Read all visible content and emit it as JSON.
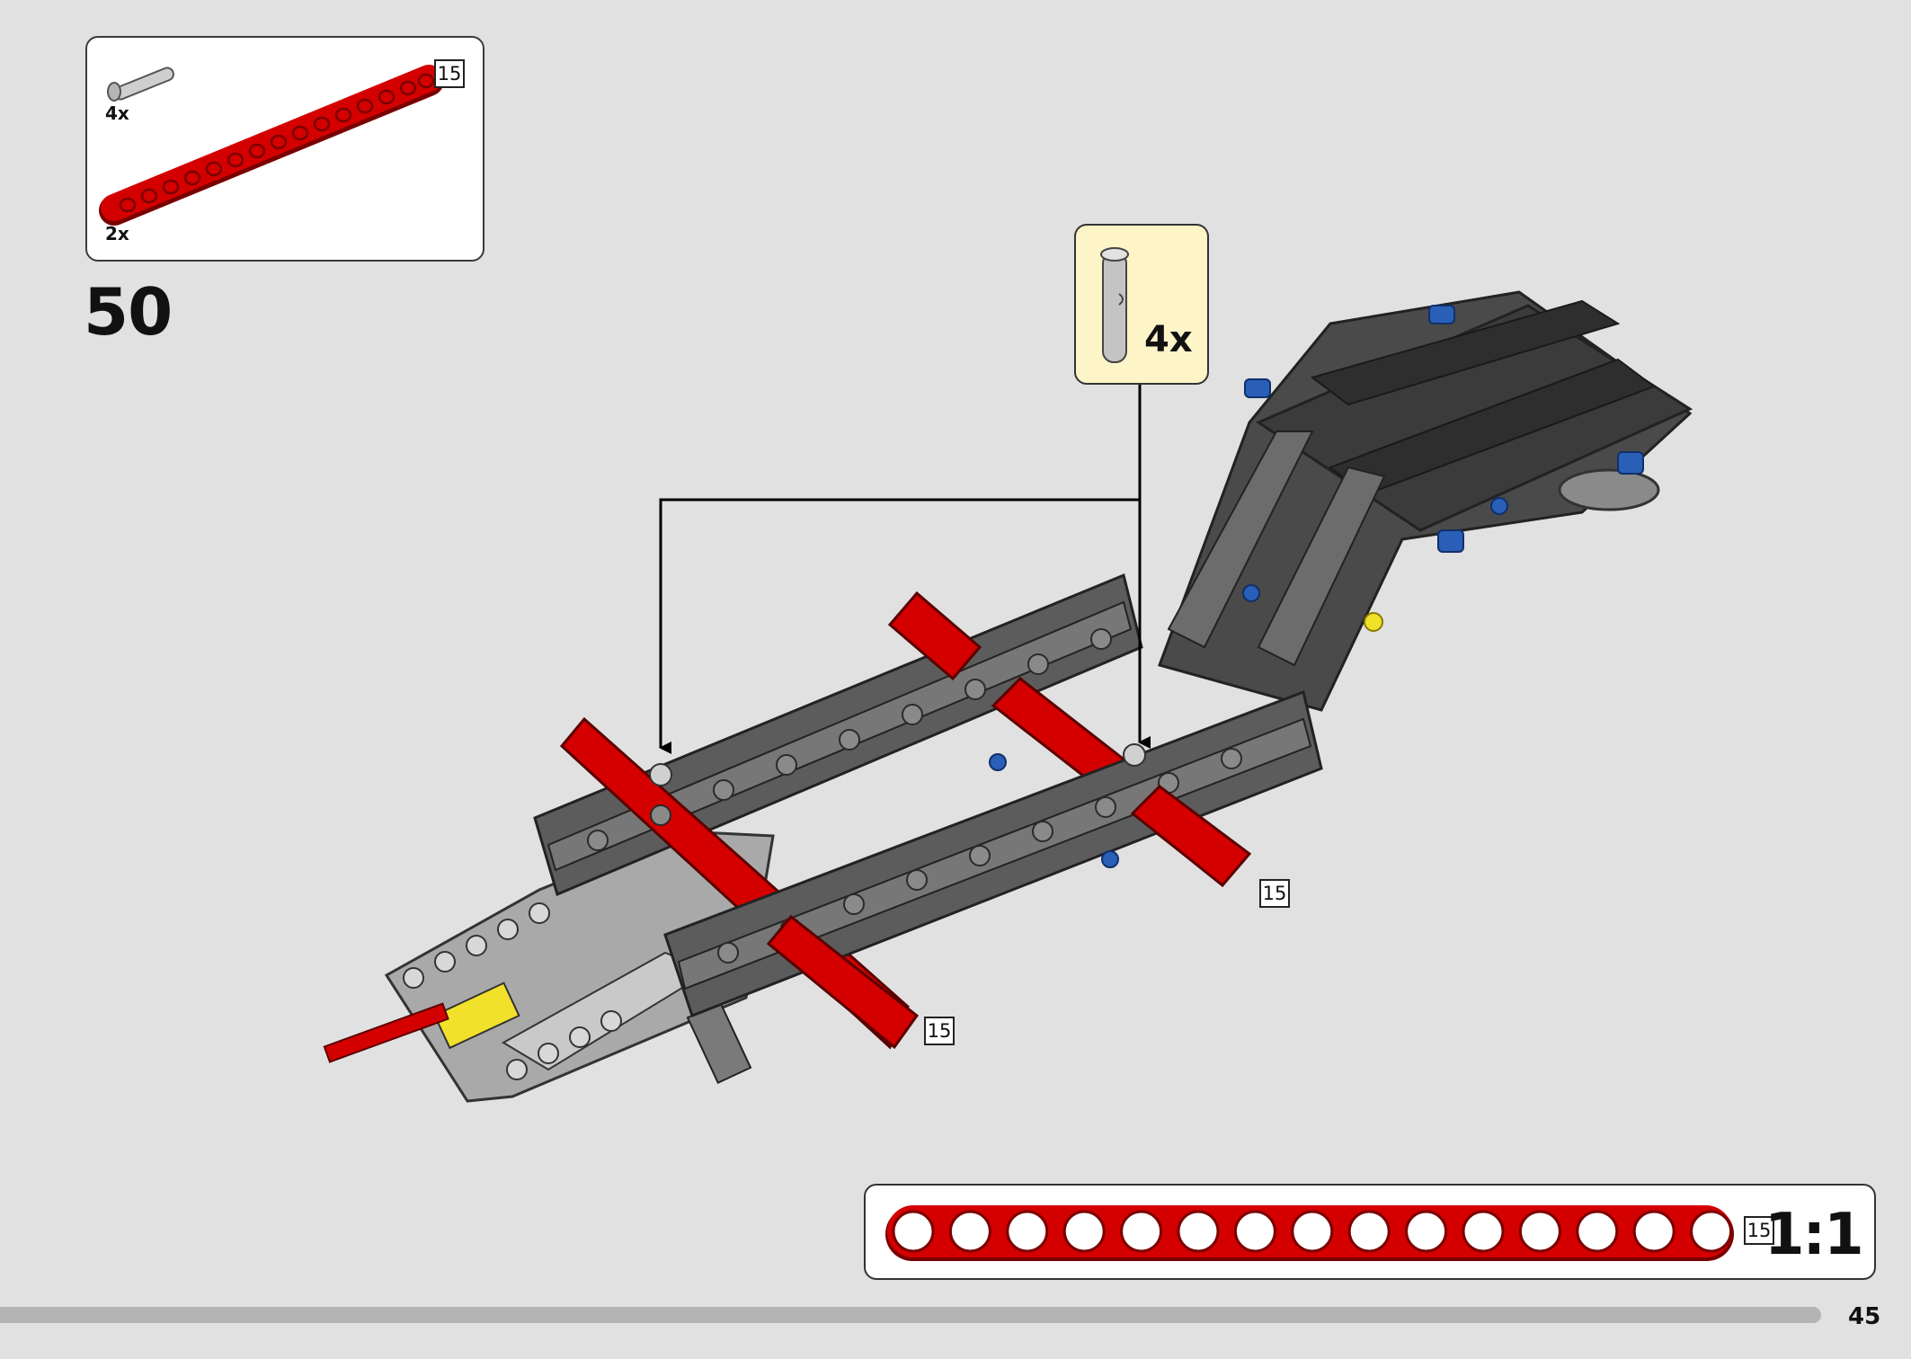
{
  "parts_list": {
    "items": [
      {
        "part": "friction-pin-long",
        "quantity": "4x",
        "color": "#c9c9c9"
      },
      {
        "part": "beam-15",
        "quantity": "2x",
        "length": "15",
        "color": "#d40000"
      }
    ]
  },
  "step": {
    "number": "50"
  },
  "callout": {
    "part": "friction-pin-long",
    "quantity": "4x",
    "background": "#fdf4c8"
  },
  "length_labels": {
    "beam_right": "15",
    "beam_front": "15"
  },
  "ruler": {
    "length": "15",
    "scale": "1:1",
    "hole_count": 15
  },
  "page": {
    "number": "45"
  },
  "colors": {
    "background": "#e1e1e1",
    "beam_red": "#d40000",
    "frame_gray": "#5c5c5c",
    "pin_blue": "#2a5fb8",
    "axle_yellow": "#f2e12a"
  }
}
